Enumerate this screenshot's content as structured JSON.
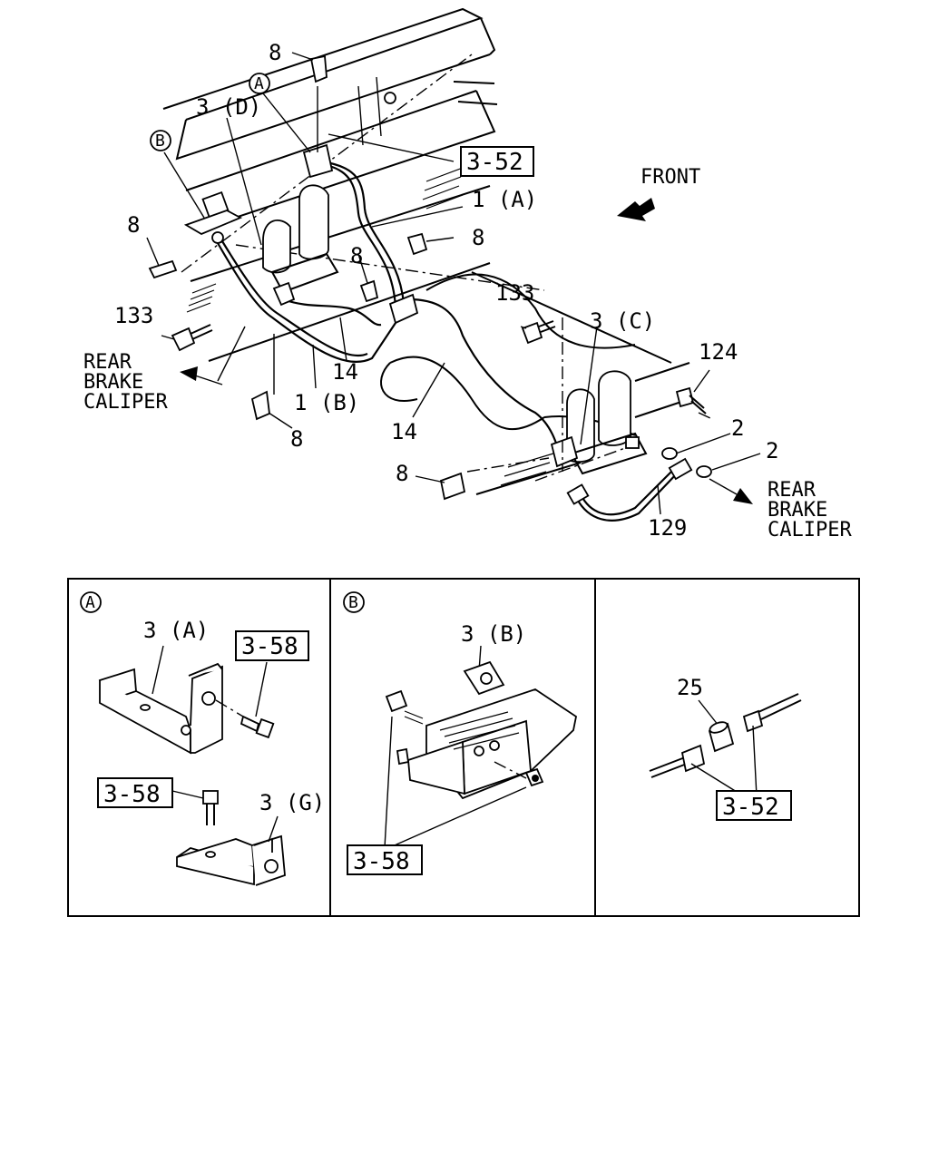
{
  "labels": {
    "clip_8_top": "8",
    "clip_8_left": "8",
    "clip_8_mid": "8",
    "clip_8_mid2": "8",
    "clip_8_low": "8",
    "clip_8_bottom": "8",
    "bracket_3d": "3 (D)",
    "bracket_3c": "3 (C)",
    "pipe_1a": "1 (A)",
    "pipe_1b": "1 (B)",
    "hose_14_a": "14",
    "hose_14_b": "14",
    "bolt_133_left": "133",
    "bolt_133_right": "133",
    "bolt_124": "124",
    "washer_2_a": "2",
    "washer_2_b": "2",
    "hose_129": "129",
    "ref_3_52_top": "3-52",
    "front": "FRONT",
    "rear_caliper_left": [
      "REAR",
      "BRAKE",
      "CALIPER"
    ],
    "rear_caliper_right": [
      "REAR",
      "BRAKE",
      "CALIPER"
    ],
    "callout_a": "A",
    "callout_b": "B"
  },
  "panels": {
    "a": {
      "marker": "A",
      "bracket_3a": "3 (A)",
      "bracket_3g": "3 (G)",
      "ref_top": "3-58",
      "ref_bottom": "3-58"
    },
    "b": {
      "marker": "B",
      "bracket_3b": "3 (B)",
      "ref": "3-58"
    },
    "c": {
      "connector_25": "25",
      "ref": "3-52"
    }
  }
}
